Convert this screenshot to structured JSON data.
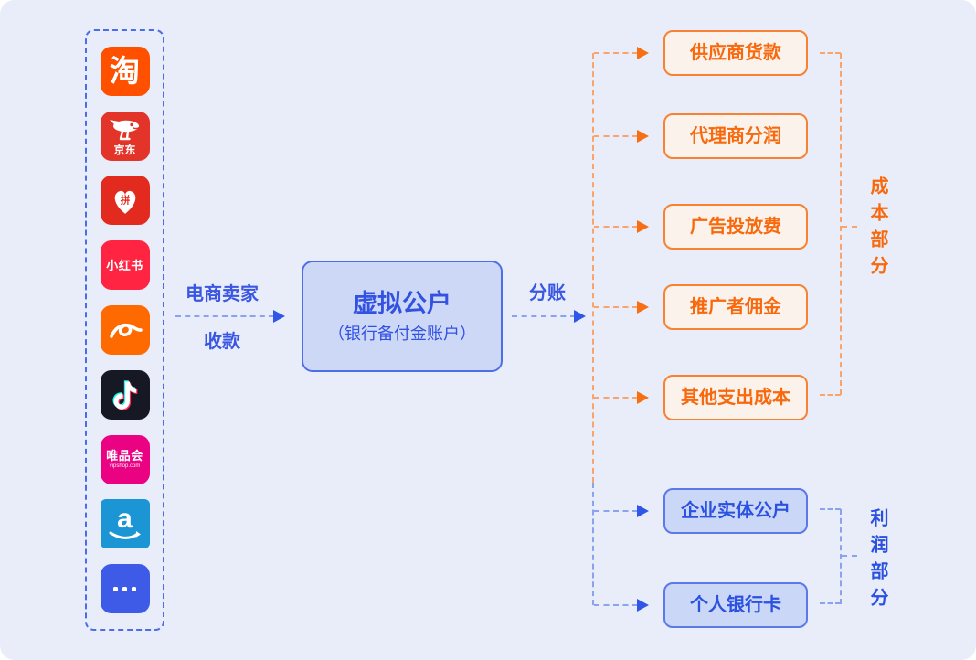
{
  "platforms": [
    {
      "name": "taobao",
      "label": "淘",
      "bg": "#FF5000"
    },
    {
      "name": "jd",
      "label": "京东",
      "bg": "#E23428"
    },
    {
      "name": "pinduoduo",
      "label": "拼",
      "bg": "#E22A1F"
    },
    {
      "name": "xiaohongshu",
      "label": "小红书",
      "bg": "#FF2442"
    },
    {
      "name": "alibaba",
      "bg": "#FF6A00"
    },
    {
      "name": "douyin",
      "bg": "#161823"
    },
    {
      "name": "vipshop",
      "label": "唯品会",
      "sub": "vipshop.com",
      "bg": "#EB0283"
    },
    {
      "name": "amazon",
      "label": "a",
      "bg": "#1B95D3"
    },
    {
      "name": "more",
      "bg": "#3D5BE7"
    }
  ],
  "flow": {
    "collect_label_top": "电商卖家",
    "collect_label_bottom": "收款",
    "split_label": "分账"
  },
  "center_box": {
    "title": "虚拟公户",
    "subtitle": "（银行备付金账户）"
  },
  "cost_boxes": [
    "供应商货款",
    "代理商分润",
    "广告投放费",
    "推广者佣金",
    "其他支出成本"
  ],
  "profit_boxes": [
    "企业实体公户",
    "个人银行卡"
  ],
  "group_labels": {
    "cost": "成本部分",
    "profit": "利润部分"
  },
  "colors": {
    "canvas_bg": "#E9EDF9",
    "blue_text": "#2B51E1",
    "blue_border": "#5B79E8",
    "blue_fill": "#CBD7F6",
    "blue_dash": "#8BA2EE",
    "blue_arrow": "#3056E8",
    "orange_text": "#F8690D",
    "orange_border": "#F88232",
    "orange_fill": "#FBF2EB",
    "orange_dash": "#F9A46C",
    "orange_arrow": "#F86E12"
  }
}
